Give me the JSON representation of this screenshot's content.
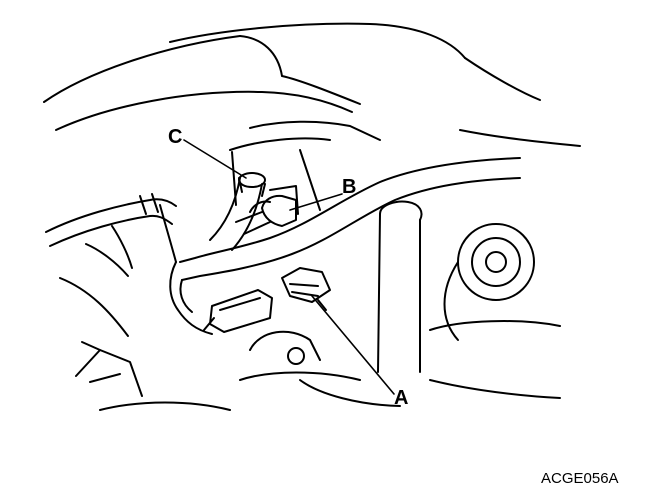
{
  "callouts": {
    "a": "A",
    "b": "B",
    "c": "C"
  },
  "figure_code": "ACGE056A",
  "colors": {
    "ink": "#000000",
    "paper": "#ffffff"
  }
}
